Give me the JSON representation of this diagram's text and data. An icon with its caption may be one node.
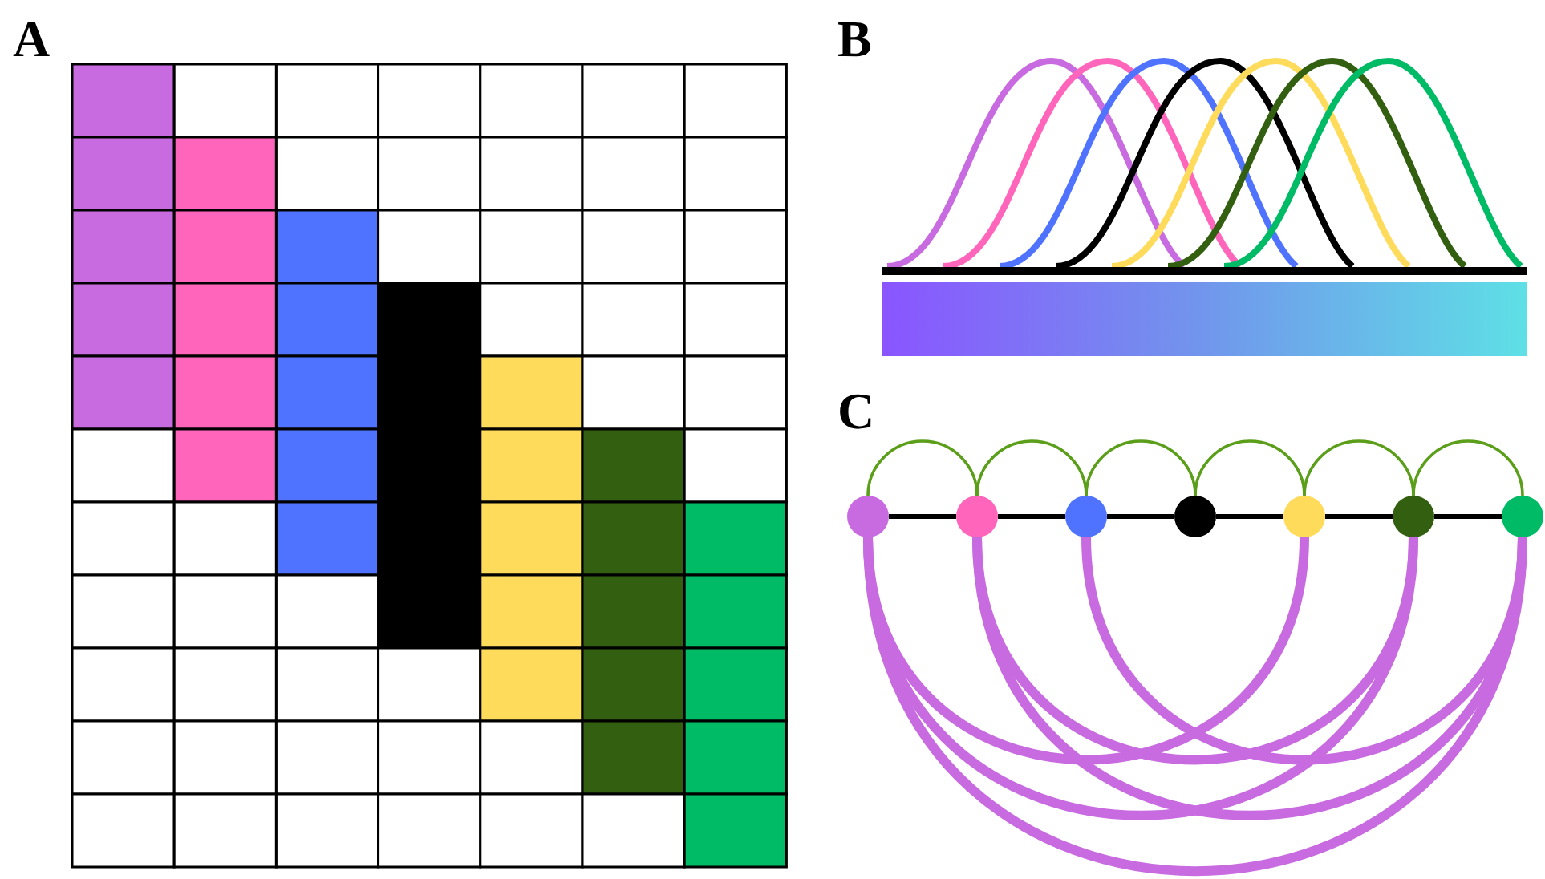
{
  "diagram": {
    "nodes": [
      {
        "text": [],
        "shape": "circle"
      },
      {
        "text": [],
        "shape": "circle"
      },
      {
        "text": [],
        "shape": "circle"
      },
      {
        "text": [],
        "shape": "circle"
      },
      {
        "text": [],
        "shape": "circle"
      },
      {
        "text": [],
        "shape": "circle"
      },
      {
        "text": [],
        "shape": "circle"
      }
    ],
    "edges": [
      {
        "from": 0,
        "to": 1,
        "arrow": "none"
      },
      {
        "from": 1,
        "to": 2,
        "arrow": "none"
      },
      {
        "from": 2,
        "to": 3,
        "arrow": "none"
      },
      {
        "from": 3,
        "to": 4,
        "arrow": "none"
      },
      {
        "from": 4,
        "to": 5,
        "arrow": "none"
      },
      {
        "from": 5,
        "to": 6,
        "arrow": "none"
      },
      {
        "from": 0,
        "to": 1,
        "arrow": "none",
        "color": "#5a9e1a"
      },
      {
        "from": 1,
        "to": 2,
        "arrow": "none",
        "color": "#5a9e1a"
      },
      {
        "from": 2,
        "to": 3,
        "arrow": "none",
        "color": "#5a9e1a"
      },
      {
        "from": 3,
        "to": 4,
        "arrow": "none",
        "color": "#5a9e1a"
      },
      {
        "from": 4,
        "to": 5,
        "arrow": "none",
        "color": "#5a9e1a"
      },
      {
        "from": 5,
        "to": 6,
        "arrow": "none",
        "color": "#5a9e1a"
      },
      {
        "from": 0,
        "to": 4,
        "arrow": "none",
        "style": "thick",
        "color": "#c86be0"
      },
      {
        "from": 0,
        "to": 5,
        "arrow": "none",
        "style": "thick",
        "color": "#c86be0"
      },
      {
        "from": 0,
        "to": 6,
        "arrow": "none",
        "style": "thick",
        "color": "#c86be0"
      },
      {
        "from": 1,
        "to": 5,
        "arrow": "none",
        "style": "thick",
        "color": "#c86be0"
      },
      {
        "from": 1,
        "to": 6,
        "arrow": "none",
        "style": "thick",
        "color": "#c86be0"
      },
      {
        "from": 2,
        "to": 6,
        "arrow": "none",
        "style": "thick",
        "color": "#c86be0"
      }
    ],
    "labels": [
      "A",
      "B",
      "C"
    ]
  }
}
